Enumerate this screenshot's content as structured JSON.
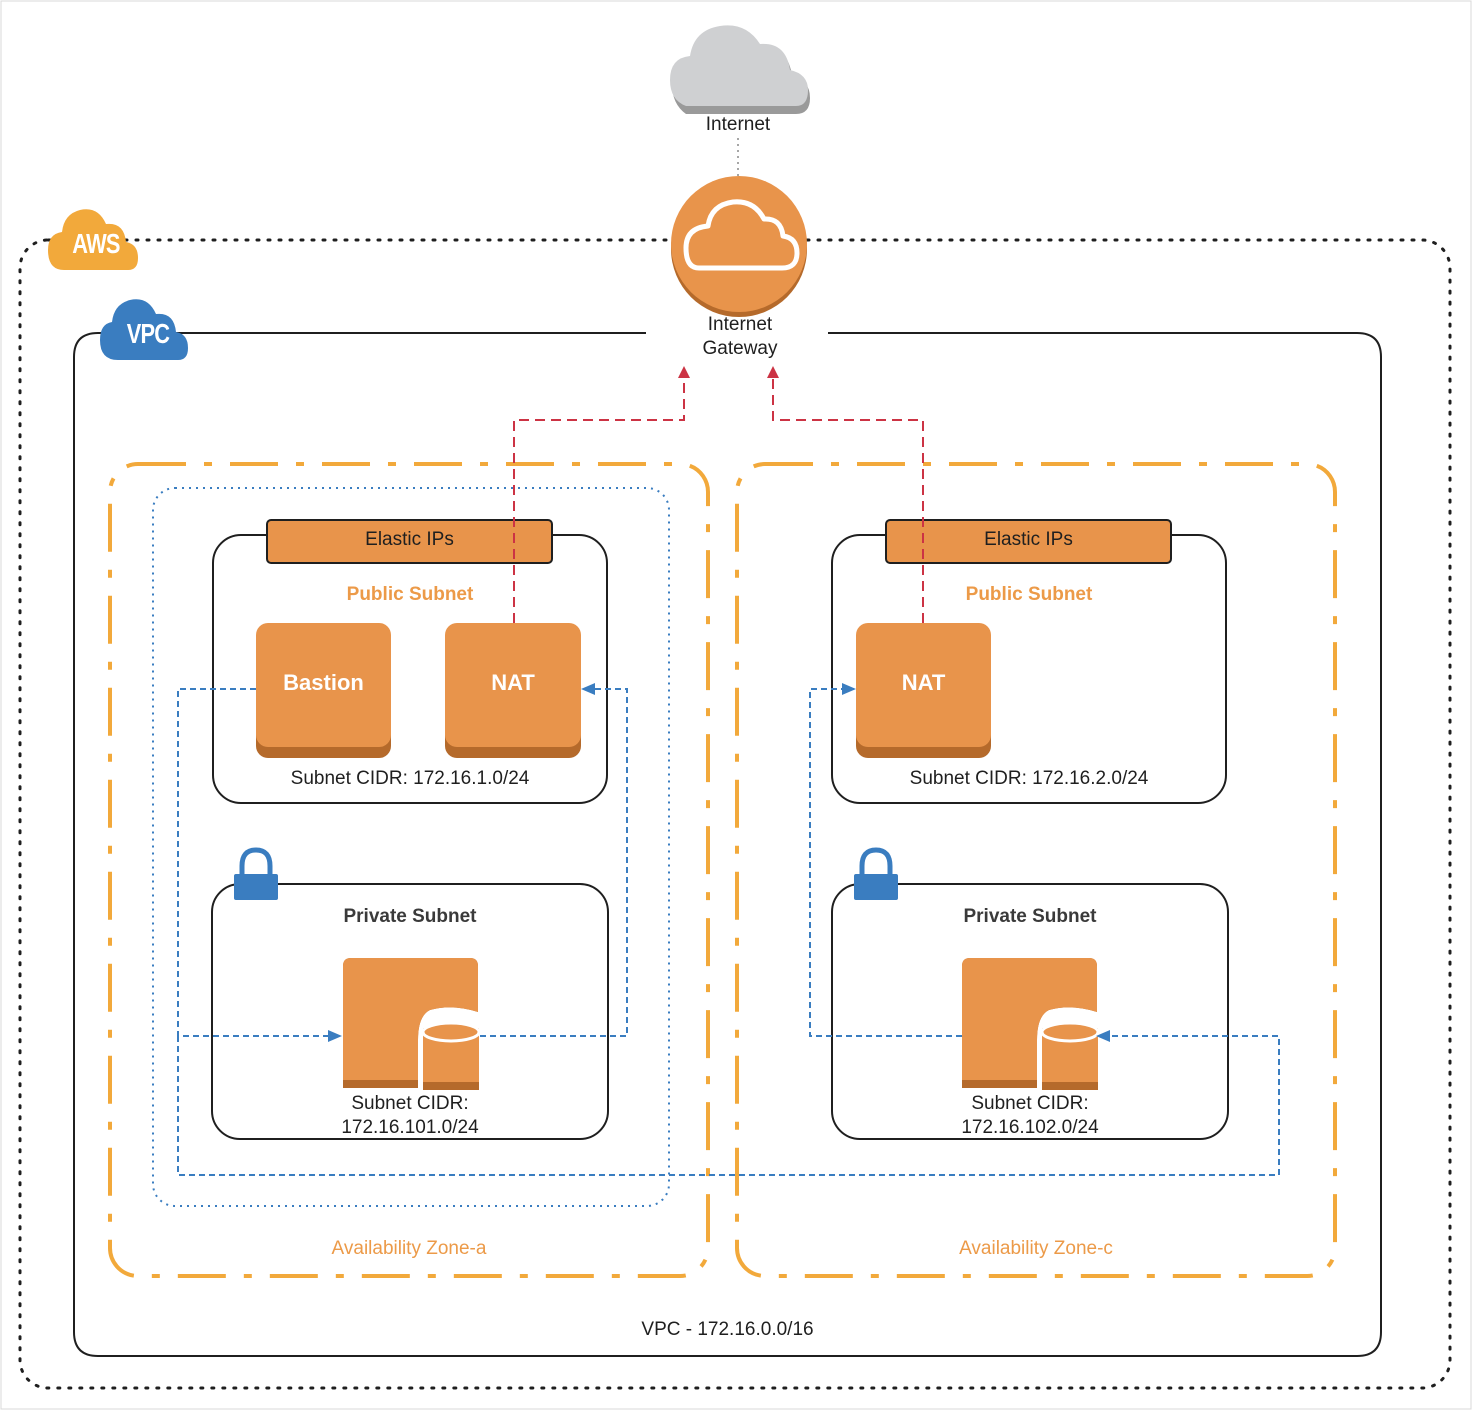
{
  "internet": {
    "label": "Internet"
  },
  "gateway": {
    "label_line1": "Internet",
    "label_line2": "Gateway"
  },
  "aws": {
    "label": "AWS"
  },
  "vpc": {
    "badge": "VPC",
    "label": "VPC - 172.16.0.0/16"
  },
  "zones": [
    {
      "label": "Availability Zone-a",
      "public_subnet": {
        "title": "Public Subnet",
        "elastic_ips": "Elastic IPs",
        "cidr": "Subnet CIDR: 172.16.1.0/24",
        "instances": [
          "Bastion",
          "NAT"
        ]
      },
      "private_subnet": {
        "title": "Private Subnet",
        "cidr_line1": "Subnet CIDR:",
        "cidr_line2": "172.16.101.0/24"
      }
    },
    {
      "label": "Availability Zone-c",
      "public_subnet": {
        "title": "Public Subnet",
        "elastic_ips": "Elastic IPs",
        "cidr": "Subnet CIDR: 172.16.2.0/24",
        "instances": [
          "NAT"
        ]
      },
      "private_subnet": {
        "title": "Private Subnet",
        "cidr_line1": "Subnet CIDR:",
        "cidr_line2": "172.16.102.0/24"
      }
    }
  ],
  "colors": {
    "orange": "#e8944b",
    "orange_dark": "#b8692a",
    "zone_orange": "#f2a93b",
    "blue": "#3a7dc0",
    "red": "#cc3344"
  }
}
